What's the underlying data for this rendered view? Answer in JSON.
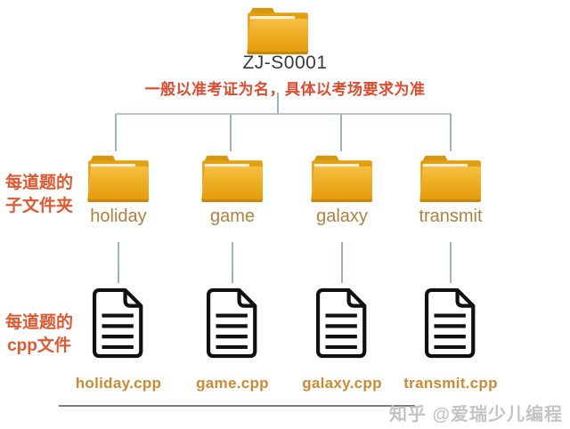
{
  "root": {
    "label": "ZJ-S0001",
    "annotation": "一般以准考证为名，具体以考场要求为准"
  },
  "side_labels": {
    "folders_line1": "每道题的",
    "folders_line2": "子文件夹",
    "files_line1": "每道题的",
    "files_line2": "cpp文件"
  },
  "columns": [
    {
      "folder_label": "holiday",
      "file_label": "holiday.cpp"
    },
    {
      "folder_label": "game",
      "file_label": "game.cpp"
    },
    {
      "folder_label": "galaxy",
      "file_label": "galaxy.cpp"
    },
    {
      "folder_label": "transmit",
      "file_label": "transmit.cpp"
    }
  ],
  "watermark": "知乎 @爱瑞少儿编程",
  "colors": {
    "folder_gold": "#f0b32a",
    "folder_gold_dark": "#c7860d",
    "annotation_red": "#e24a2e",
    "side_label_red": "#e2582e",
    "folder_name_brown": "#b0813c",
    "file_name_orange": "#cd8a33",
    "connector_blue_gray": "#9fb3bf",
    "root_label_dark": "#3a3a3a",
    "doc_outline_black": "#101010",
    "watermark_gray": "#c3c3c3"
  }
}
